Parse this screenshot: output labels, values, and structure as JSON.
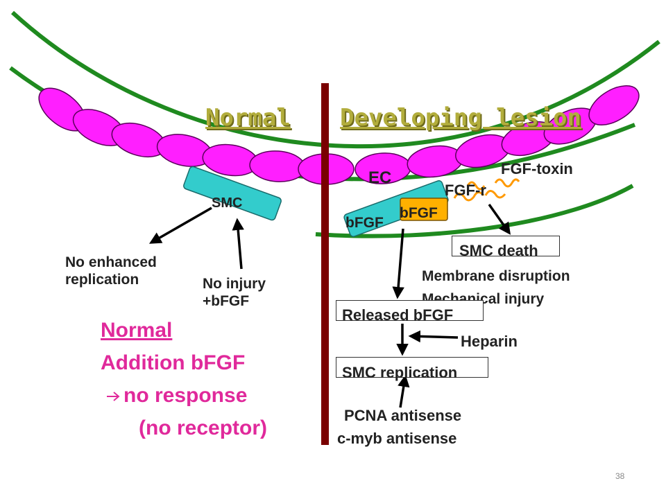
{
  "headings": {
    "normal": "Normal",
    "lesion": "Developing lesion"
  },
  "labels": {
    "smc": "SMC",
    "ec": "EC",
    "bfgf_inside": "bFGF",
    "bfgf_outside": "bFGF",
    "fgf_r": "FGF-r",
    "fgf_toxin": "FGF-toxin",
    "no_enhanced_line1": "No enhanced",
    "no_enhanced_line2": "replication",
    "no_injury_line1": "No injury",
    "no_injury_line2": "+bFGF",
    "membrane": "Membrane disruption",
    "mechanical": "Mechanical injury",
    "heparin": "Heparin",
    "pcna": "PCNA antisense",
    "cmyb": "c-myb antisense"
  },
  "boxes": {
    "smc_death": "SMC death",
    "released": "Released bFGF",
    "smc_replication": "SMC replication"
  },
  "summary": {
    "line1": "Normal",
    "line2": "Addition bFGF",
    "line3": "no response",
    "line4": "(no receptor)"
  },
  "page_number": "38",
  "colors": {
    "vessel": "#1f8a1f",
    "cell_fill": "#ff1fff",
    "smc_fill": "#33cccc",
    "bfgf_fill": "#ffb000",
    "divider": "#7a0000",
    "heading": "#b2ad3c",
    "summary": "#e0299b",
    "toxin": "#ff9900"
  }
}
